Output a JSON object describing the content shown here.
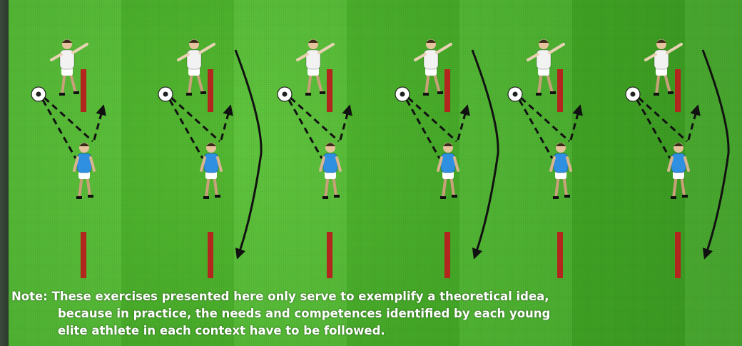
{
  "note": {
    "line1": "Note: These exercises presented here only serve to exemplify a theoretical idea,",
    "line2": "because in practice, the needs and competences identified by each young",
    "line3": "elite athlete in each context have to be followed."
  },
  "colors": {
    "pitch": "#4caf2e",
    "cone": "#b3261e",
    "arrow": "#111111",
    "attacker_kit": "#f2f2f2",
    "defender_kit": "#2f8fe0",
    "note_text": "#ffffff"
  },
  "drills": [
    {
      "id": 1,
      "run_arrow": false
    },
    {
      "id": 2,
      "run_arrow": true
    },
    {
      "id": 3,
      "run_arrow": false
    },
    {
      "id": 4,
      "run_arrow": true
    },
    {
      "id": 5,
      "run_arrow": false
    },
    {
      "id": 6,
      "run_arrow": true
    }
  ]
}
